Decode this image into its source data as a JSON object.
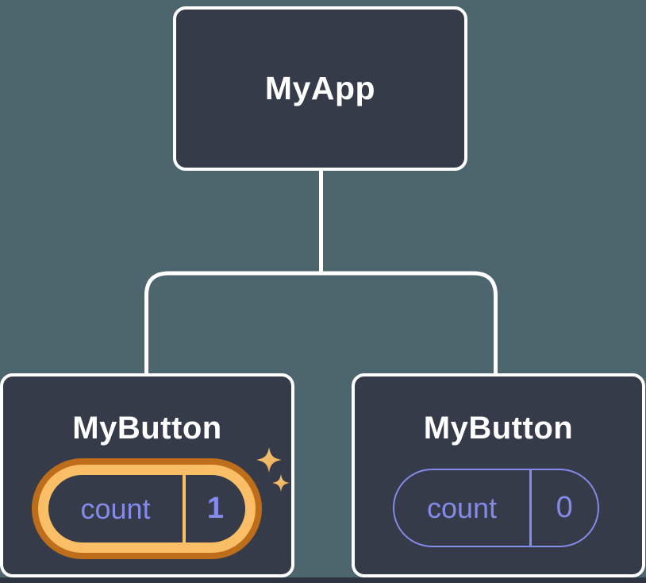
{
  "diagram": {
    "root": {
      "label": "MyApp"
    },
    "children": [
      {
        "label": "MyButton",
        "highlighted": true,
        "state": {
          "name": "count",
          "value": "1"
        }
      },
      {
        "label": "MyButton",
        "highlighted": false,
        "state": {
          "name": "count",
          "value": "0"
        }
      }
    ]
  },
  "colors": {
    "background": "#4D666D",
    "node_fill": "#353B48",
    "node_border": "#FFFFFF",
    "connector": "#FFFFFF",
    "state_text": "#838AE8",
    "pill_outline": "#838AE8",
    "highlight_outer": "#BE6E1A",
    "highlight_inner": "#F9BE66",
    "sparkle": "#F3B65F",
    "bottom_strip": "#2E3541"
  }
}
